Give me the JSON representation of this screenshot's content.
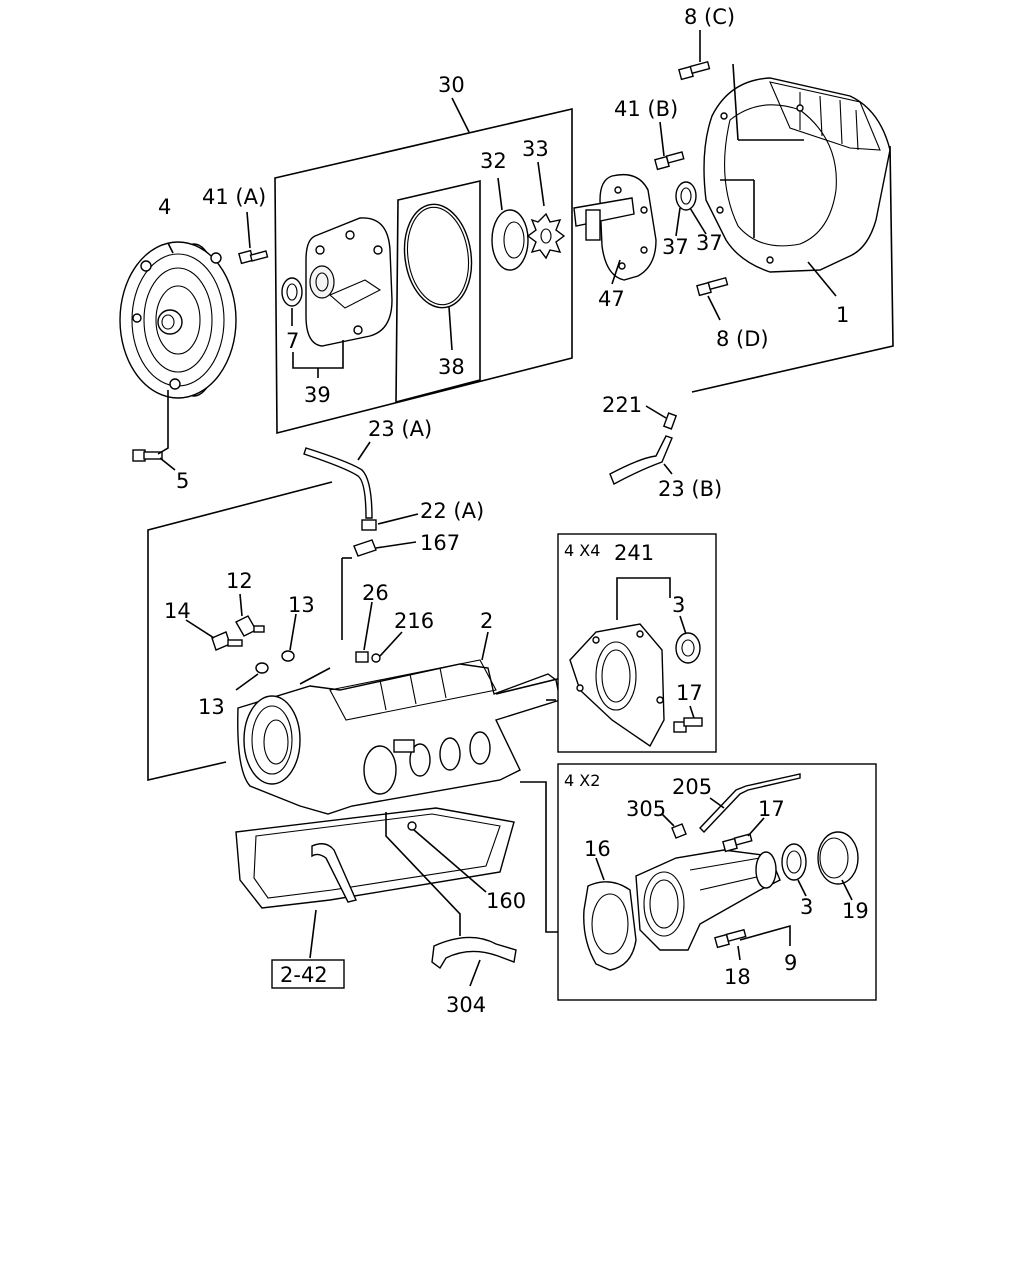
{
  "labels": {
    "l30": "30",
    "l8c": "8 (C)",
    "l41b": "41 (B)",
    "l32": "32",
    "l33": "33",
    "l4": "4",
    "l41a": "41 (A)",
    "l37a": "37",
    "l37b": "37",
    "l47": "47",
    "l7": "7",
    "l39": "39",
    "l38": "38",
    "l8d": "8 (D)",
    "l1": "1",
    "l221": "221",
    "l23a": "23 (A)",
    "l23b": "23 (B)",
    "l5": "5",
    "l22a": "22 (A)",
    "l167": "167",
    "l4x4": "4 X4",
    "l241": "241",
    "l3a": "3",
    "l17a": "17",
    "l12": "12",
    "l13a": "13",
    "l14": "14",
    "l26": "26",
    "l216": "216",
    "l2": "2",
    "l13b": "13",
    "l4x2": "4 X2",
    "l205": "205",
    "l305": "305",
    "l17b": "17",
    "l16": "16",
    "l3b": "3",
    "l19": "19",
    "l9": "9",
    "l18": "18",
    "l160": "160",
    "l242": "2-42",
    "l304": "304"
  },
  "colors": {
    "ink": "#000000",
    "paper": "#ffffff"
  }
}
